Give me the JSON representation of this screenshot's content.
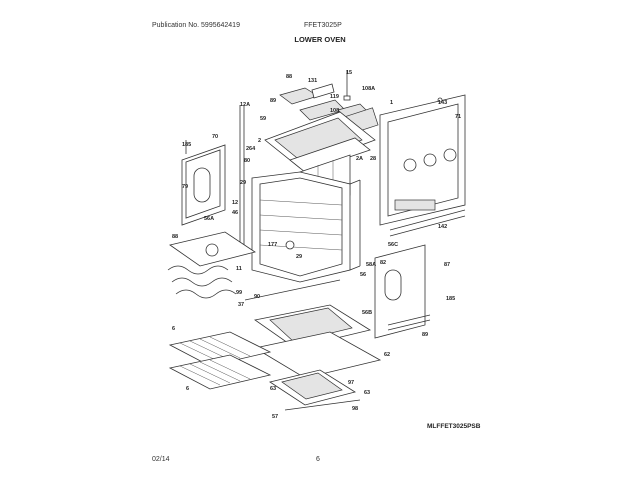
{
  "header": {
    "publication": "Publication No. 5995642419",
    "model": "FFET3025P",
    "section": "LOWER OVEN"
  },
  "footer": {
    "date": "02/14",
    "page": "6"
  },
  "diagram_code": "MLFFET3025PSB",
  "part_labels": [
    "15",
    "88",
    "131",
    "108A",
    "143",
    "89",
    "119",
    "108",
    "1",
    "71",
    "12A",
    "59",
    "70",
    "2",
    "185",
    "264",
    "2A",
    "28",
    "80",
    "29",
    "12",
    "46",
    "56A",
    "79",
    "142",
    "88",
    "177",
    "29",
    "56C",
    "82",
    "11",
    "58A",
    "87",
    "56",
    "99",
    "37",
    "90",
    "56B",
    "185",
    "89",
    "6",
    "62",
    "6",
    "97",
    "63",
    "63",
    "57",
    "98"
  ],
  "colors": {
    "line": "#333333",
    "panel": "#e4e4e4",
    "background": "#ffffff"
  }
}
